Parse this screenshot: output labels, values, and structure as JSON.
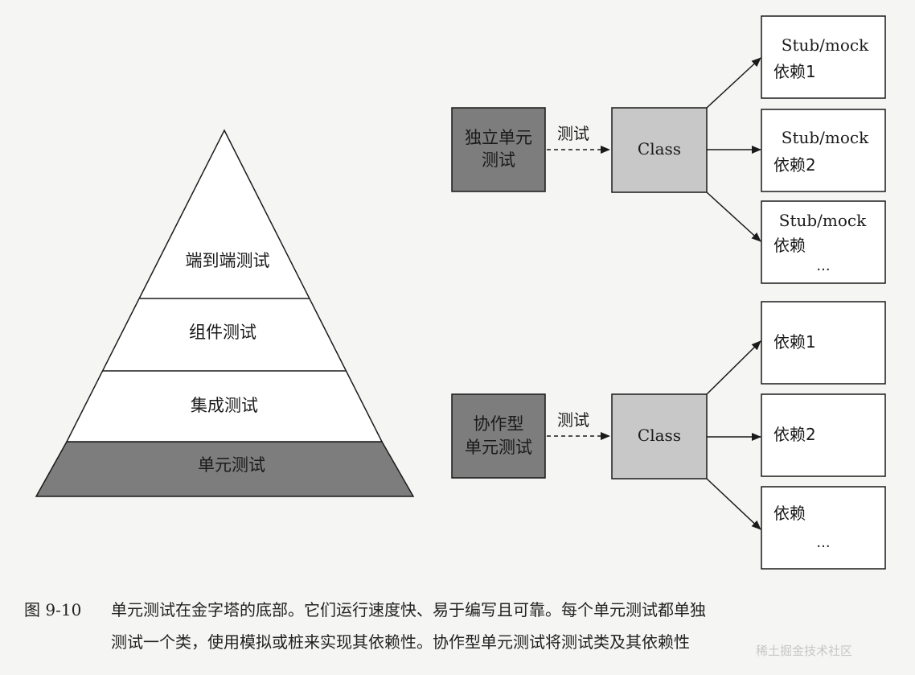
{
  "pyramid": {
    "levels": [
      {
        "label": "端到端测试"
      },
      {
        "label": "组件测试"
      },
      {
        "label": "集成测试"
      },
      {
        "label": "单元测试"
      }
    ]
  },
  "solitary": {
    "title_lines": [
      "独立单元",
      "测试"
    ],
    "arrow_label": "测试",
    "class_label": "Class",
    "deps": [
      {
        "lines": [
          "Stub/mock",
          "依赖1"
        ]
      },
      {
        "lines": [
          "Stub/mock",
          "依赖2"
        ]
      },
      {
        "lines": [
          "Stub/mock",
          "依赖",
          "..."
        ]
      }
    ]
  },
  "sociable": {
    "title_lines": [
      "协作型",
      "单元测试"
    ],
    "arrow_label": "测试",
    "class_label": "Class",
    "deps": [
      {
        "lines": [
          "依赖1"
        ]
      },
      {
        "lines": [
          "依赖2"
        ]
      },
      {
        "lines": [
          "依赖",
          "..."
        ]
      }
    ]
  },
  "caption": {
    "figure_number": "图 9-10",
    "line1": "单元测试在金字塔的底部。它们运行速度快、易于编写且可靠。每个单元测试都单独",
    "line2": "测试一个类，使用模拟或桩来实现其依赖性。协作型单元测试将测试类及其依赖性"
  },
  "watermark": "稀土掘金技术社区",
  "colors": {
    "dark_box": "#7d7d7d",
    "light_box": "#c8c8c8",
    "pyramid_base": "#7d7d7d",
    "stroke": "#1a1a1a"
  }
}
